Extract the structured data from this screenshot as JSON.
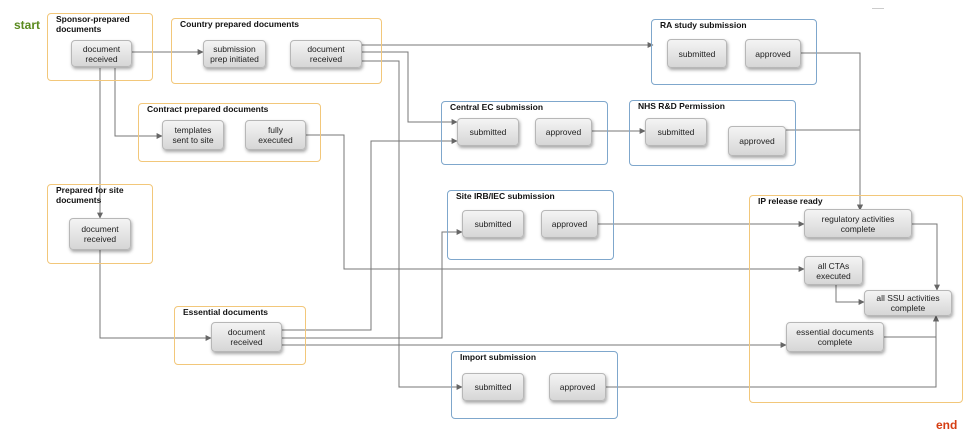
{
  "markers": {
    "start": "start",
    "end": "end"
  },
  "groups": {
    "sponsor": {
      "title": "Sponsor-prepared\ndocuments"
    },
    "country": {
      "title": "Country prepared documents"
    },
    "contract": {
      "title": "Contract prepared documents"
    },
    "prepared": {
      "title": "Prepared for site\ndocuments"
    },
    "central_ec": {
      "title": "Central EC submission"
    },
    "nhs": {
      "title": "NHS R&D Permission"
    },
    "ra": {
      "title": "RA study submission"
    },
    "site_irb": {
      "title": "Site IRB/IEC submission"
    },
    "essential": {
      "title": "Essential documents"
    },
    "import": {
      "title": "Import submission"
    },
    "ip_release": {
      "title": "IP release ready"
    }
  },
  "nodes": {
    "sponsor_received": "document\nreceived",
    "country_prep": "submission\nprep initiated",
    "country_received": "document\nreceived",
    "contract_templates": "templates\nsent to site",
    "contract_executed": "fully\nexecuted",
    "prepared_received": "document\nreceived",
    "ec_submitted": "submitted",
    "ec_approved": "approved",
    "nhs_submitted": "submitted",
    "nhs_approved": "approved",
    "ra_submitted": "submitted",
    "ra_approved": "approved",
    "irb_submitted": "submitted",
    "irb_approved": "approved",
    "essential_received": "document\nreceived",
    "import_submitted": "submitted",
    "import_approved": "approved",
    "ip_regulatory": "regulatory activities\ncomplete",
    "ip_ctas": "all CTAs\nexecuted",
    "ip_ssu": "all SSU activities\ncomplete",
    "ip_essential": "essential documents\ncomplete"
  }
}
